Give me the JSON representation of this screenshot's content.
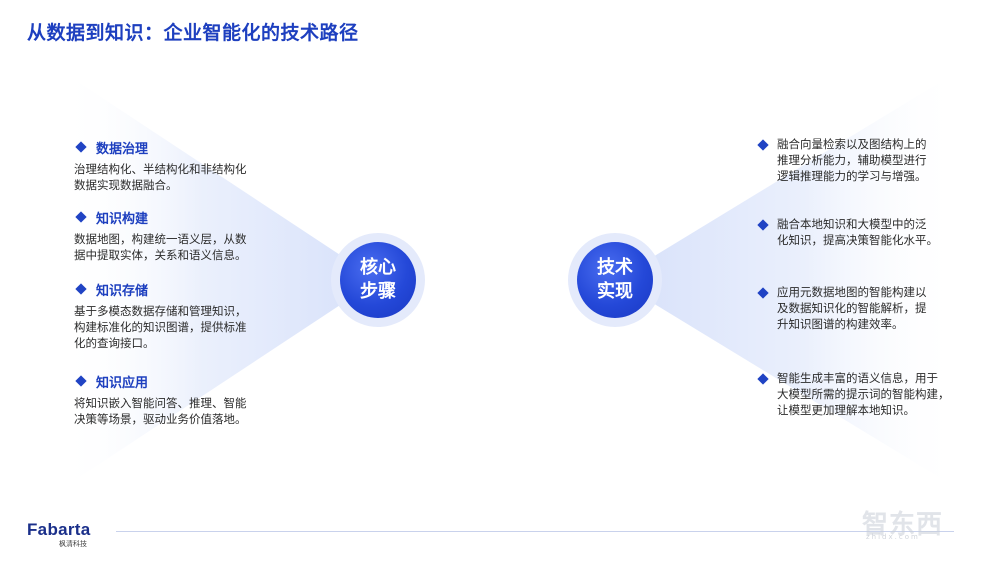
{
  "title": "从数据到知识：企业智能化的技术路径",
  "left_sections": [
    {
      "title": "数据治理",
      "body": [
        "治理结构化、半结构化和非结构化",
        "数据实现数据融合。"
      ]
    },
    {
      "title": "知识构建",
      "body": [
        "数据地图，构建统一语义层，从数",
        "据中提取实体，关系和语义信息。"
      ]
    },
    {
      "title": "知识存储",
      "body": [
        "基于多模态数据存储和管理知识，",
        "构建标准化的知识图谱，提供标准",
        "化的查询接口。"
      ]
    },
    {
      "title": "知识应用",
      "body": [
        "将知识嵌入智能问答、推理、智能",
        "决策等场景，驱动业务价值落地。"
      ]
    }
  ],
  "center_left": {
    "line1": "核心",
    "line2": "步骤"
  },
  "center_right": {
    "line1": "技术",
    "line2": "实现"
  },
  "right_items": [
    {
      "lines": [
        "融合向量检索以及图结构上的",
        "推理分析能力，辅助模型进行",
        "逻辑推理能力的学习与增强。"
      ]
    },
    {
      "lines": [
        "融合本地知识和大模型中的泛",
        "化知识，提高决策智能化水平。"
      ]
    },
    {
      "lines": [
        "应用元数据地图的智能构建以",
        "及数据知识化的智能解析，提",
        "升知识图谱的构建效率。"
      ]
    },
    {
      "lines": [
        "智能生成丰富的语义信息，用于",
        "大模型所需的提示词的智能构建，",
        "让模型更加理解本地知识。"
      ]
    }
  ],
  "logo": {
    "name": "Fabarta",
    "subtitle": "枫清科技"
  },
  "watermark": {
    "main": "智东西",
    "sub": "zhidx.com"
  },
  "colors": {
    "accent": "#1d3fbf",
    "circle": "#2448d8",
    "fan": "#dfe6fb"
  }
}
